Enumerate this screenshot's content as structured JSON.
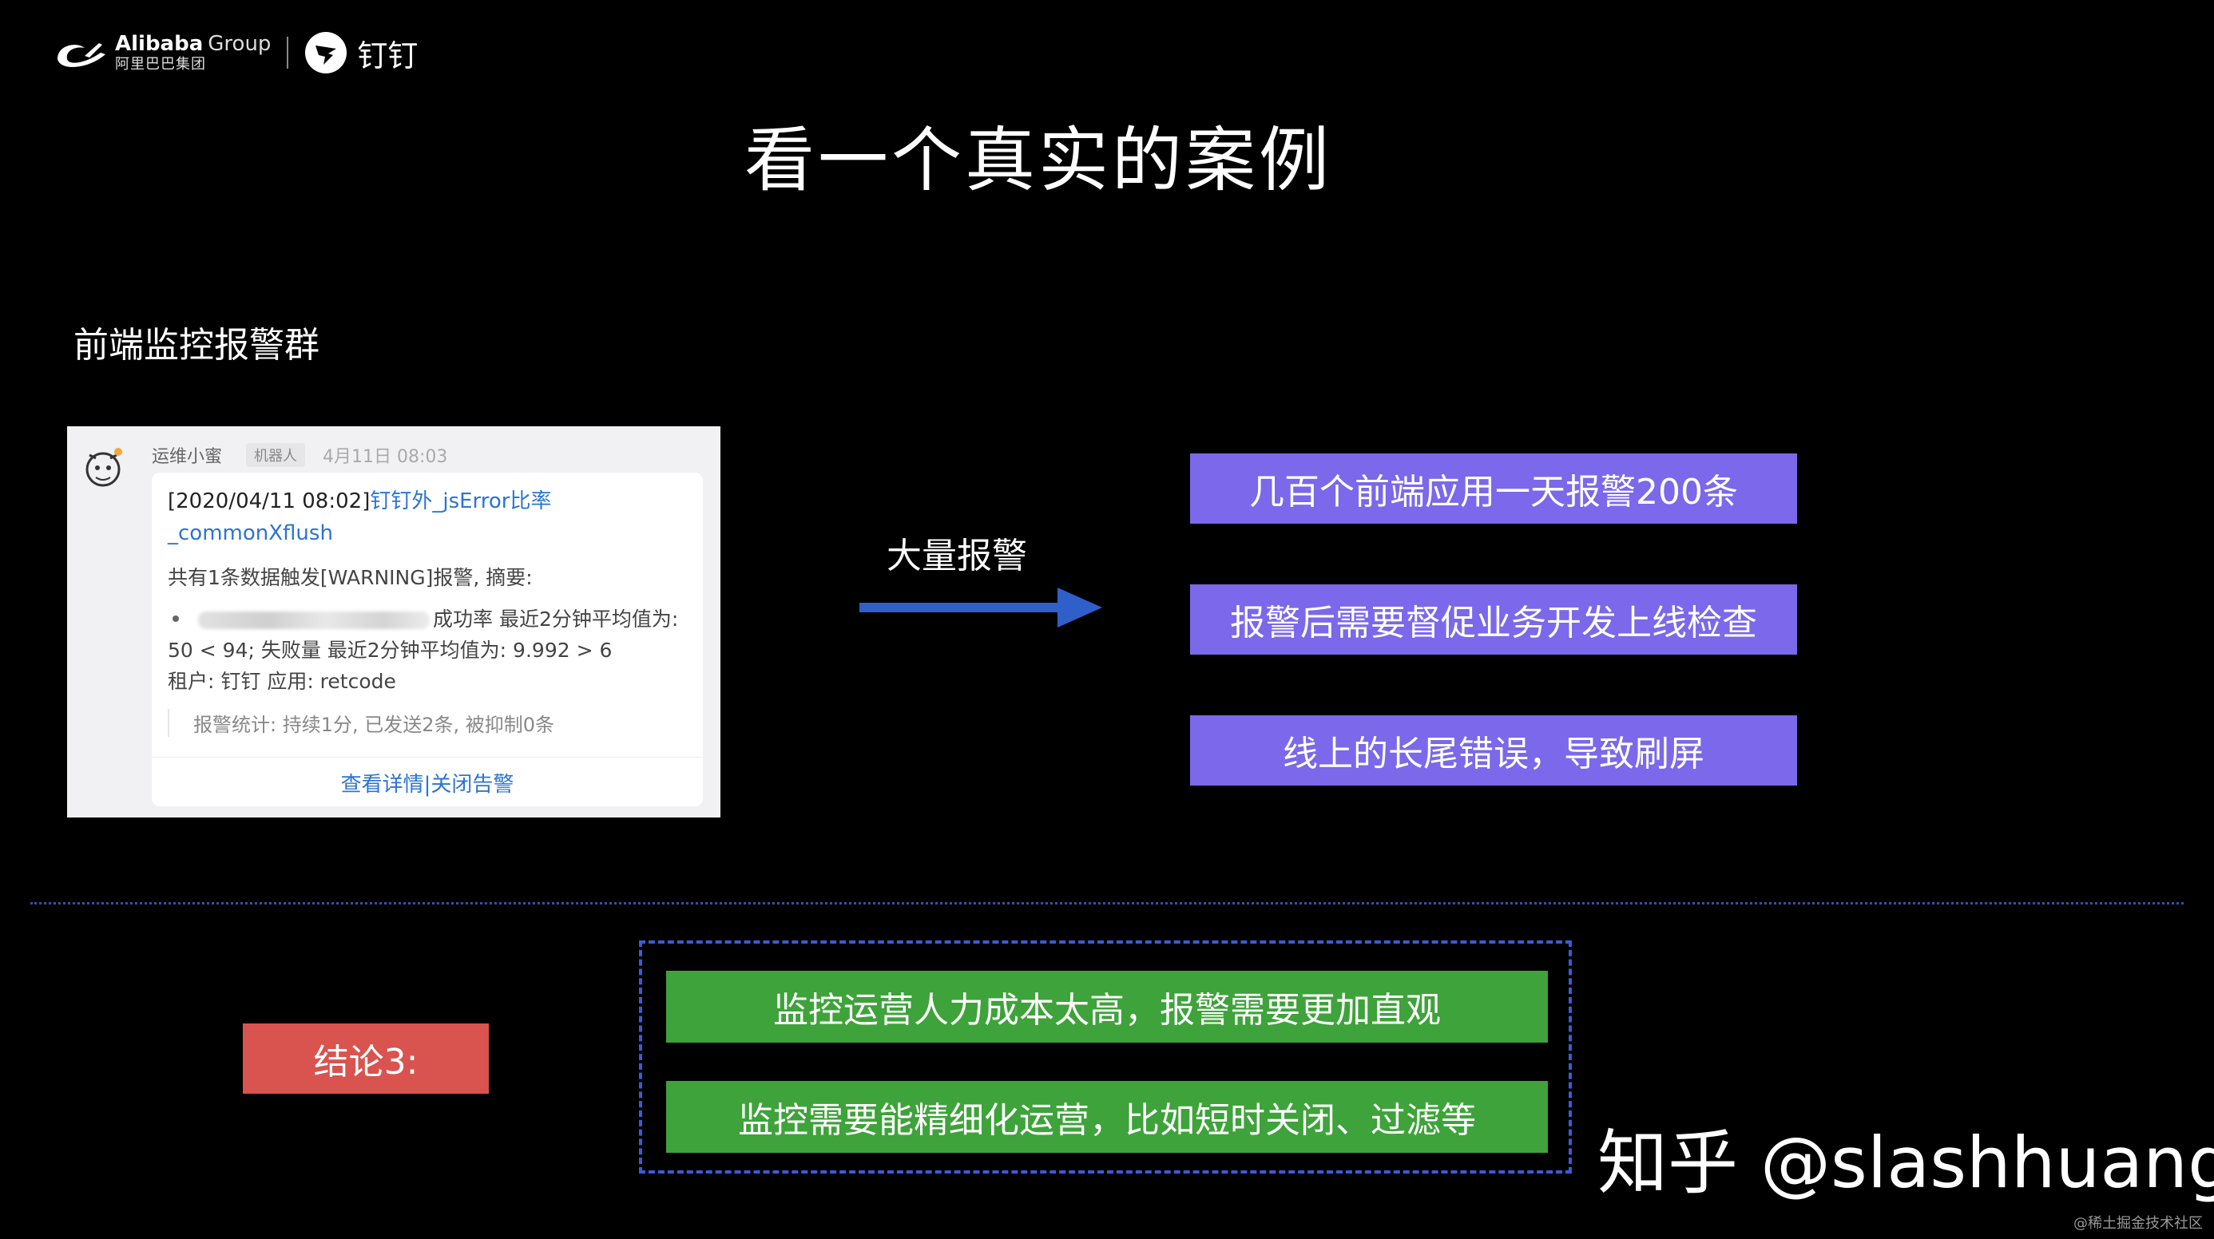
{
  "brand": {
    "alibaba_name": "Alibaba",
    "alibaba_group": "Group",
    "alibaba_cn": "阿里巴巴集团",
    "dingtalk_name": "钉钉"
  },
  "slide": {
    "title": "看一个真实的案例",
    "section_label": "前端监控报警群"
  },
  "notification": {
    "sender": "运维小蜜",
    "badge": "机器人",
    "time": "4月11日 08:03",
    "headline_prefix": "[2020/04/11 08:02]",
    "headline_link": "钉钉外_jsError比率_commonXflush",
    "summary": "共有1条数据触发[WARNING]报警, 摘要:",
    "detail_line1": "成功率 最近2分钟平均值为:",
    "detail_line2": "50 < 94; 失败量 最近2分钟平均值为: 9.992 > 6",
    "detail_line3": "租户: 钉钉 应用: retcode",
    "stats": "报警统计: 持续1分, 已发送2条, 被抑制0条",
    "footer_link": "查看详情|关闭告警"
  },
  "arrow": {
    "label": "大量报警"
  },
  "issues": [
    "几百个前端应用一天报警200条",
    "报警后需要督促业务开发上线检查",
    "线上的长尾错误，导致刷屏"
  ],
  "conclusion": {
    "label": "结论3:",
    "points": [
      "监控运营人力成本太高，报警需要更加直观",
      "监控需要能精细化运营，比如短时关闭、过滤等"
    ]
  },
  "watermark": "知乎 @slashhuang",
  "corner_mark": "@稀土掘金技术社区",
  "colors": {
    "background": "#000000",
    "purple_box": "#7b68ea",
    "green_box": "#3ea33a",
    "conclusion_red": "#d9534f",
    "arrow_blue": "#2f5fc9",
    "link_blue": "#2b74d4"
  }
}
